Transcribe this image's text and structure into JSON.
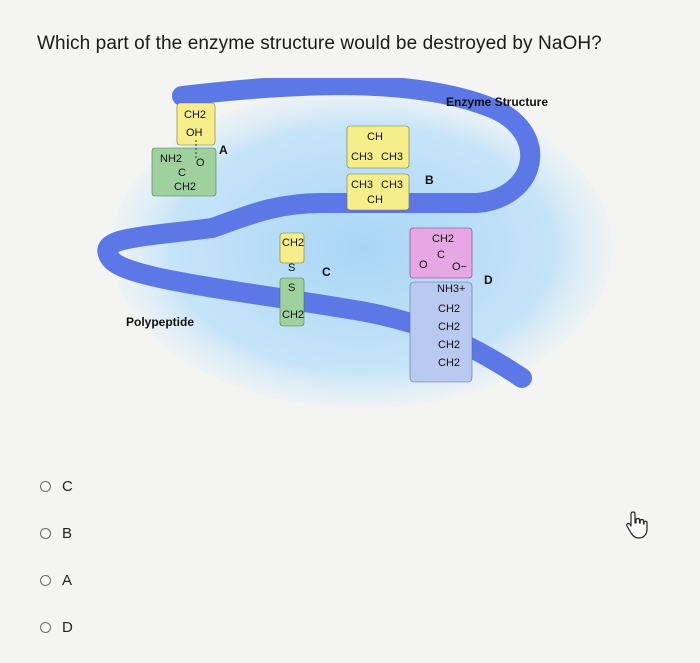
{
  "question": {
    "text": "Which part of the enzyme structure would be destroyed by NaOH?"
  },
  "figure": {
    "title": "Enzyme Structure",
    "polypeptide_label": "Polypeptide",
    "part_labels": [
      "A",
      "B",
      "C",
      "D"
    ],
    "colors": {
      "backbone": "#5b78e6",
      "glow": "#bfe0f7",
      "yellow": "#f6ee8a",
      "green": "#9fd19f",
      "pink": "#e6a7e4",
      "blue_box": "#b9c9ef"
    },
    "groups": {
      "A": {
        "top": "CH2",
        "oh": "OH",
        "nh2": "NH2",
        "o": "O",
        "c": "C",
        "bottom": "CH2"
      },
      "B": {
        "ch_top": "CH",
        "ch3a": "CH3",
        "ch3b": "CH3",
        "ch3c": "CH3",
        "ch3d": "CH3",
        "ch_bottom": "CH"
      },
      "C": {
        "ch2_top": "CH2",
        "s1": "S",
        "s2": "S",
        "ch2_bottom": "CH2"
      },
      "D": {
        "ch2_top": "CH2",
        "c": "C",
        "o": "O",
        "o_minus": "O−",
        "nh3": "NH3+",
        "ch2_chain": [
          "CH2",
          "CH2",
          "CH2",
          "CH2"
        ]
      }
    }
  },
  "options": [
    {
      "label": "C"
    },
    {
      "label": "B"
    },
    {
      "label": "A"
    },
    {
      "label": "D"
    }
  ]
}
